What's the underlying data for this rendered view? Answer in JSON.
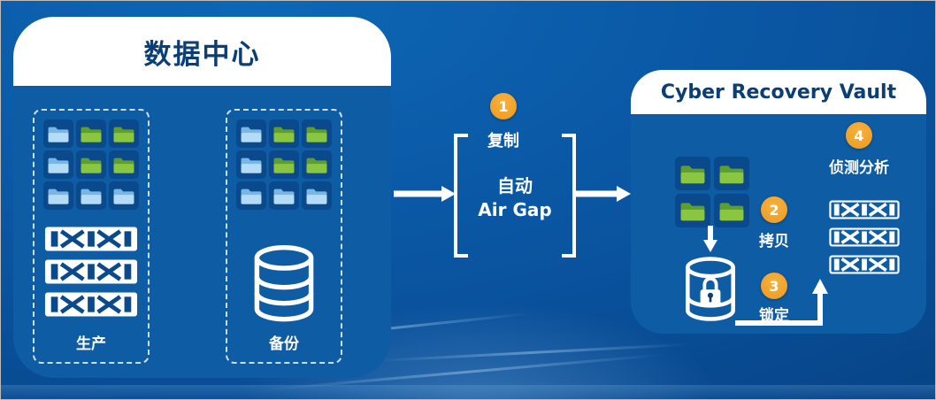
{
  "colors": {
    "badge": "#F2A32E",
    "navy": "#0B3E74",
    "panel_blue": "#0E5CA3",
    "tile": "#0A4A8C",
    "folder_blue_body": "#79B6E8",
    "folder_blue_front": "#B5DCF7",
    "folder_green_body": "#5E9E2E",
    "folder_green_front": "#8AC63F"
  },
  "datacenter": {
    "title": "数据中心",
    "production": {
      "label": "生产",
      "folders": [
        "blue",
        "green",
        "green",
        "blue",
        "green",
        "green",
        "blue",
        "blue",
        "blue"
      ],
      "tapes": 3
    },
    "backup": {
      "label": "备份",
      "folders": [
        "blue",
        "green",
        "green",
        "blue",
        "green",
        "green",
        "blue",
        "blue",
        "blue"
      ]
    }
  },
  "flow": {
    "step1": {
      "number": "1",
      "label": "复制"
    },
    "airgap_line1": "自动",
    "airgap_line2": "Air Gap"
  },
  "vault": {
    "title": "Cyber Recovery Vault",
    "folders": [
      "green",
      "green",
      "green",
      "green"
    ],
    "step2": {
      "number": "2",
      "label": "拷贝"
    },
    "step3": {
      "number": "3",
      "label": "锁定"
    },
    "step4": {
      "number": "4",
      "label": "侦测分析"
    },
    "tapes": 3
  }
}
